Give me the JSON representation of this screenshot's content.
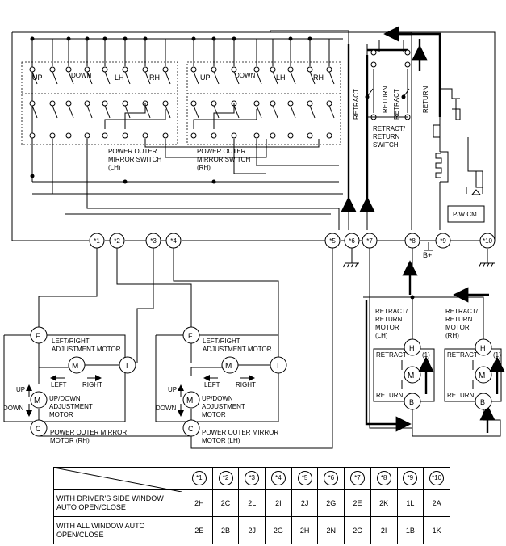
{
  "switches": {
    "lh": {
      "name": "POWER OUTER MIRROR SWITCH (LH)",
      "line1": "POWER OUTER",
      "line2": "MIRROR SWITCH",
      "line3": "(LH)",
      "up": "UP",
      "down": "DOWN",
      "lh": "LH",
      "rh": "RH"
    },
    "rh": {
      "name": "POWER OUTER MIRROR SWITCH (RH)",
      "line1": "POWER OUTER",
      "line2": "MIRROR SWITCH",
      "line3": "(RH)",
      "up": "UP",
      "down": "DOWN",
      "lh": "LH",
      "rh": "RH"
    }
  },
  "retract_switch": {
    "retract": "RETRACT",
    "return": "RETURN",
    "line1": "RETRACT/",
    "line2": "RETURN",
    "line3": "SWITCH"
  },
  "pwcm": "P/W CM",
  "bplus": "B+",
  "connectors": [
    "*1",
    "*2",
    "*3",
    "*4",
    "*5",
    "*6",
    "*7",
    "*8",
    "*9",
    "*10"
  ],
  "mirror_rh": {
    "lr_motor_line1": "LEFT/RIGHT",
    "lr_motor_line2": "ADJUSTMENT MOTOR",
    "left": "LEFT",
    "right": "RIGHT",
    "up": "UP",
    "down": "DOWN",
    "ud_line1": "UP/DOWN",
    "ud_line2": "ADJUSTMENT",
    "ud_line3": "MOTOR",
    "title_line1": "POWER OUTER MIRROR",
    "title_line2": "MOTOR (RH)",
    "term_f": "F",
    "term_i": "I",
    "term_c": "C",
    "motor": "M"
  },
  "mirror_lh": {
    "lr_motor_line1": "LEFT/RIGHT",
    "lr_motor_line2": "ADJUSTMENT MOTOR",
    "left": "LEFT",
    "right": "RIGHT",
    "up": "UP",
    "down": "DOWN",
    "ud_line1": "UP/DOWN",
    "ud_line2": "ADJUSTMENT",
    "ud_line3": "MOTOR",
    "title_line1": "POWER OUTER MIRROR",
    "title_line2": "MOTOR (LH)",
    "term_f": "F",
    "term_i": "I",
    "term_c": "C",
    "motor": "M"
  },
  "retract_motor_lh": {
    "line1": "RETRACT/",
    "line2": "RETURN",
    "line3": "MOTOR",
    "line4": "(LH)",
    "retract": "RETRACT",
    "return": "RETURN",
    "note": "(1)",
    "term_h": "H",
    "term_b": "B",
    "motor": "M"
  },
  "retract_motor_rh": {
    "line1": "RETRACT/",
    "line2": "RETURN",
    "line3": "MOTOR",
    "line4": "(RH)",
    "retract": "RETRACT",
    "return": "RETURN",
    "note": "(1)",
    "term_h": "H",
    "term_b": "B",
    "motor": "M"
  },
  "table": {
    "headers": [
      "*1",
      "*2",
      "*3",
      "*4",
      "*5",
      "*6",
      "*7",
      "*8",
      "*9",
      "*10"
    ],
    "rows": [
      {
        "label": "WITH DRIVER'S SIDE WINDOW AUTO OPEN/CLOSE",
        "label_line1": "WITH DRIVER'S SIDE WINDOW",
        "label_line2": "AUTO OPEN/CLOSE",
        "values": [
          "2H",
          "2C",
          "2L",
          "2I",
          "2J",
          "2G",
          "2E",
          "2K",
          "1L",
          "2A"
        ]
      },
      {
        "label": "WITH ALL WINDOW AUTO OPEN/CLOSE",
        "label_line1": "WITH ALL WINDOW AUTO",
        "label_line2": "OPEN/CLOSE",
        "values": [
          "2E",
          "2B",
          "2J",
          "2G",
          "2H",
          "2N",
          "2C",
          "2I",
          "1B",
          "1K"
        ]
      }
    ]
  }
}
